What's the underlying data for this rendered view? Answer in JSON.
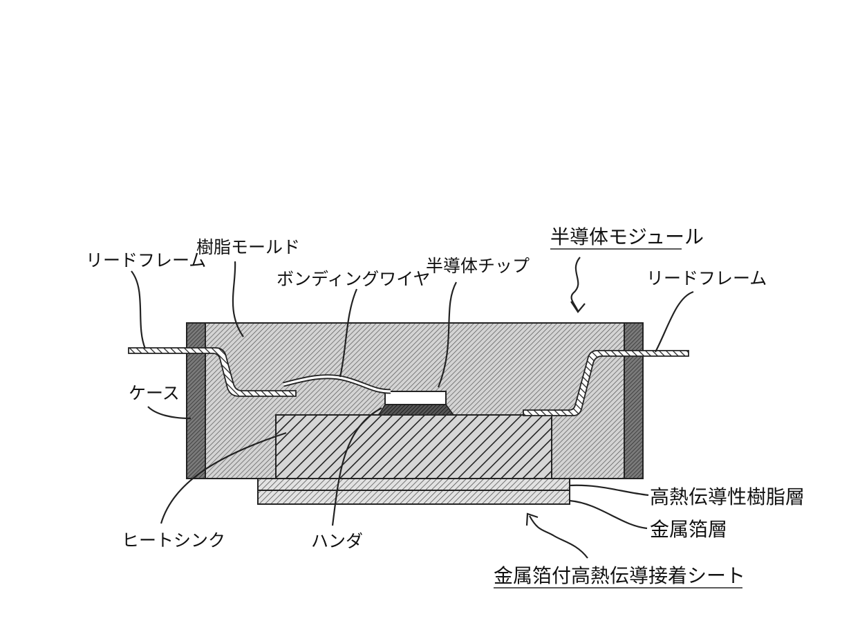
{
  "labels": {
    "semiconductor_module": "半導体モジュール",
    "lead_frame_left": "リードフレーム",
    "lead_frame_right": "リードフレーム",
    "resin_mold": "樹脂モールド",
    "bonding_wire": "ボンディングワイヤ",
    "semiconductor_chip": "半導体チップ",
    "case": "ケース",
    "high_thermal_resin_layer": "高熱伝導性樹脂層",
    "metal_foil_layer": "金属箔層",
    "heat_sink": "ヒートシンク",
    "solder": "ハンダ",
    "adhesive_sheet": "金属箔付高熱伝導接着シート"
  }
}
